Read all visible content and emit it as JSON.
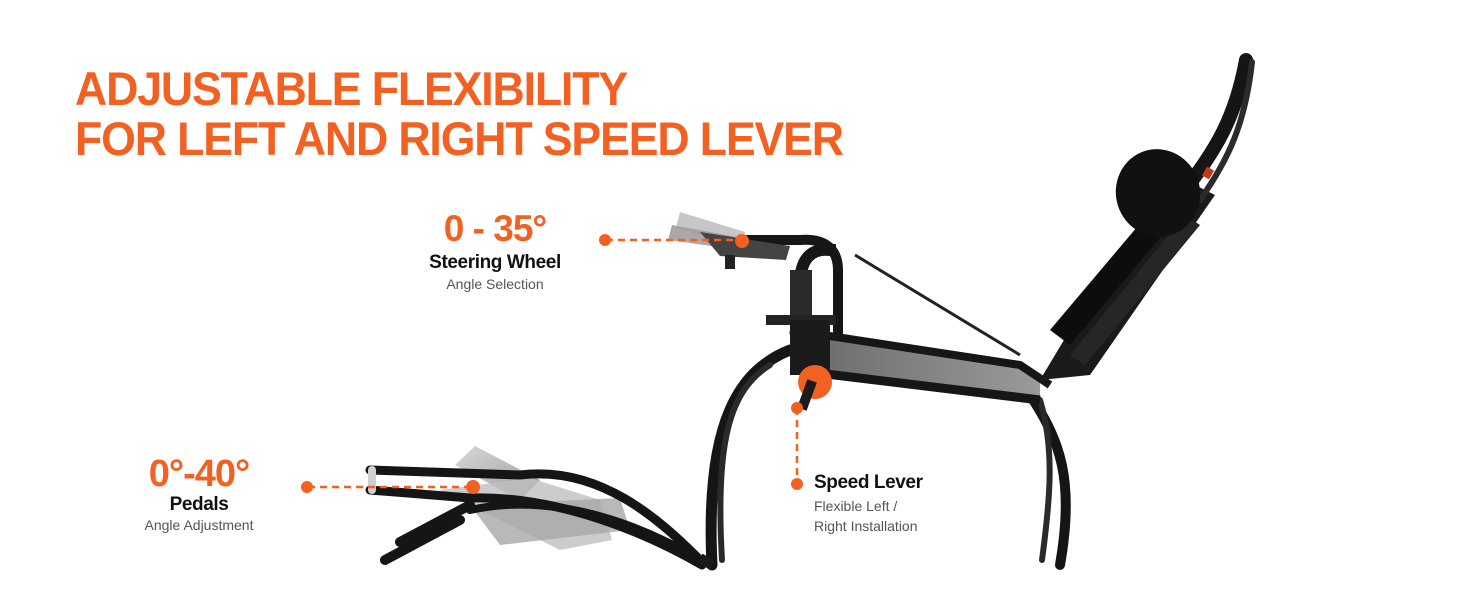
{
  "headline": {
    "line1": "ADJUSTABLE FLEXIBILITY",
    "line2": "FOR LEFT AND RIGHT SPEED LEVER"
  },
  "callouts": {
    "steering_wheel": {
      "value": "0 - 35°",
      "title": "Steering Wheel",
      "subtitle": "Angle Selection"
    },
    "pedals": {
      "value": "0°-40°",
      "title": "Pedals",
      "subtitle": "Angle Adjustment"
    },
    "speed_lever": {
      "title": "Speed Lever",
      "subtitle_line1": "Flexible Left /",
      "subtitle_line2": "Right Installation"
    }
  },
  "colors": {
    "accent": "#f26122",
    "frame": "#1c1c1c",
    "text_dark": "#111111",
    "text_muted": "#555555",
    "background": "#ffffff"
  },
  "icons": {
    "leader_dot": "orange-dot",
    "leader_line": "dashed-line"
  }
}
